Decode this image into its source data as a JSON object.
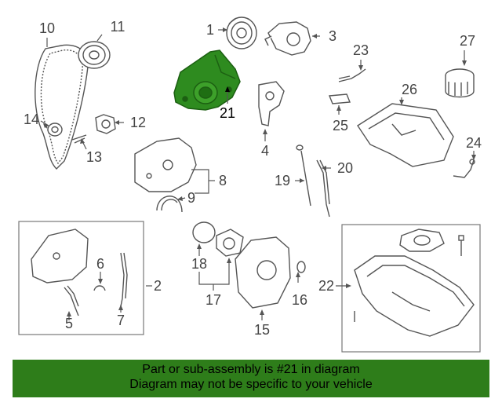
{
  "colors": {
    "line": "#555555",
    "label": "#444444",
    "highlight": "#2e8b1f",
    "highlight_dark": "#1c5f12",
    "banner_bg": "#2e7d1a",
    "banner_text": "#000000",
    "box": "#777777"
  },
  "callouts": [
    "1",
    "2",
    "3",
    "4",
    "5",
    "6",
    "7",
    "8",
    "9",
    "10",
    "11",
    "12",
    "13",
    "14",
    "15",
    "16",
    "17",
    "18",
    "19",
    "20",
    "21",
    "22",
    "23",
    "24",
    "25",
    "26",
    "27"
  ],
  "highlighted_part": "21",
  "banner": {
    "line1": "Part or sub-assembly is #21 in diagram",
    "line2": "Diagram may not be specific to your vehicle"
  }
}
